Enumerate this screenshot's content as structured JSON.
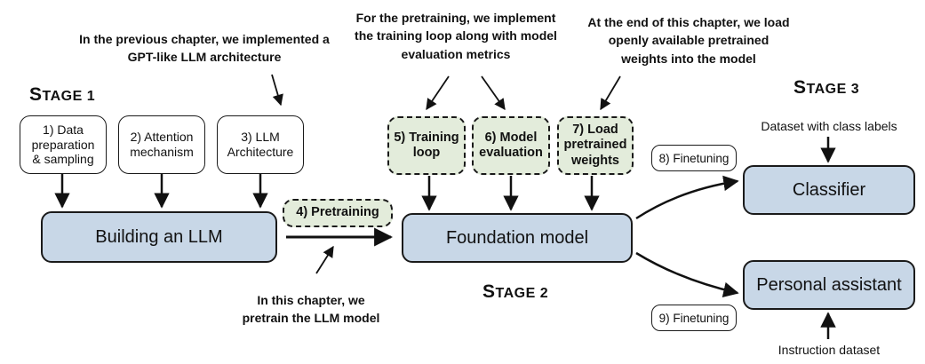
{
  "notes": {
    "previous_chapter": "In the previous chapter, we implemented a\nGPT-like LLM architecture",
    "pretraining_loop": "For the pretraining, we implement\nthe training loop along with model\nevaluation metrics",
    "load_weights": "At the end of this chapter, we load\nopenly available pretrained\nweights into the model",
    "this_chapter": "In this chapter, we\npretrain the LLM model"
  },
  "stages": {
    "stage1": {
      "first": "S",
      "rest": "TAGE 1"
    },
    "stage2": {
      "first": "S",
      "rest": "TAGE 2"
    },
    "stage3": {
      "first": "S",
      "rest": "TAGE 3"
    }
  },
  "steps": {
    "data_prep": "1) Data\npreparation\n& sampling",
    "attention": "2) Attention\nmechanism",
    "llm_arch": "3) LLM\nArchitecture",
    "pretraining": "4) Pretraining",
    "training_loop": "5) Training\nloop",
    "model_eval": "6) Model\nevaluation",
    "load_weights": "7) Load\npretrained\nweights",
    "finetune8": "8) Finetuning",
    "finetune9": "9) Finetuning"
  },
  "main": {
    "building": "Building an LLM",
    "foundation": "Foundation model",
    "classifier": "Classifier",
    "assistant": "Personal assistant"
  },
  "inputs": {
    "class_labels": "Dataset with class labels",
    "instruction": "Instruction dataset"
  }
}
